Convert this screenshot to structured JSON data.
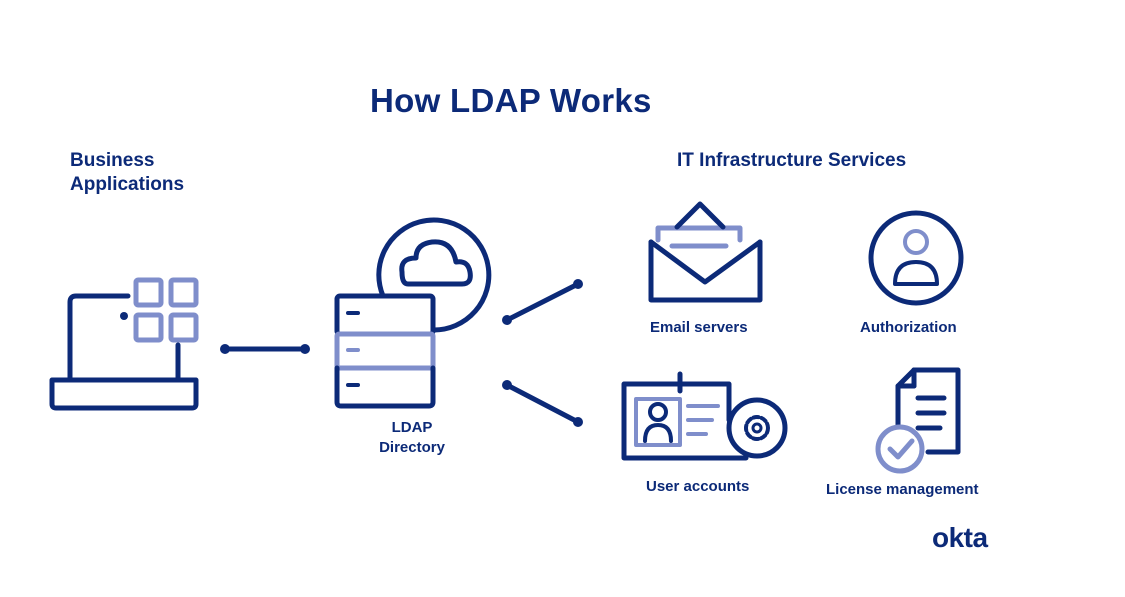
{
  "title": "How LDAP Works",
  "sections": {
    "business_applications": [
      "Business",
      "Applications"
    ],
    "it_infrastructure": "IT Infrastructure Services"
  },
  "nodes": {
    "ldap_directory": [
      "LDAP",
      "Directory"
    ],
    "email_servers": "Email servers",
    "authorization": "Authorization",
    "user_accounts": "User accounts",
    "license_management": "License management"
  },
  "brand": "okta",
  "icons": {
    "business_app": "laptop-app-grid-icon",
    "ldap_directory": "server-cloud-icon",
    "email_servers": "envelope-icon",
    "authorization": "user-circle-icon",
    "user_accounts": "id-card-gear-icon",
    "license_management": "document-check-icon"
  },
  "colors": {
    "navy": "#0c2a78",
    "lavender": "#7f8ecb",
    "background": "#ffffff"
  }
}
